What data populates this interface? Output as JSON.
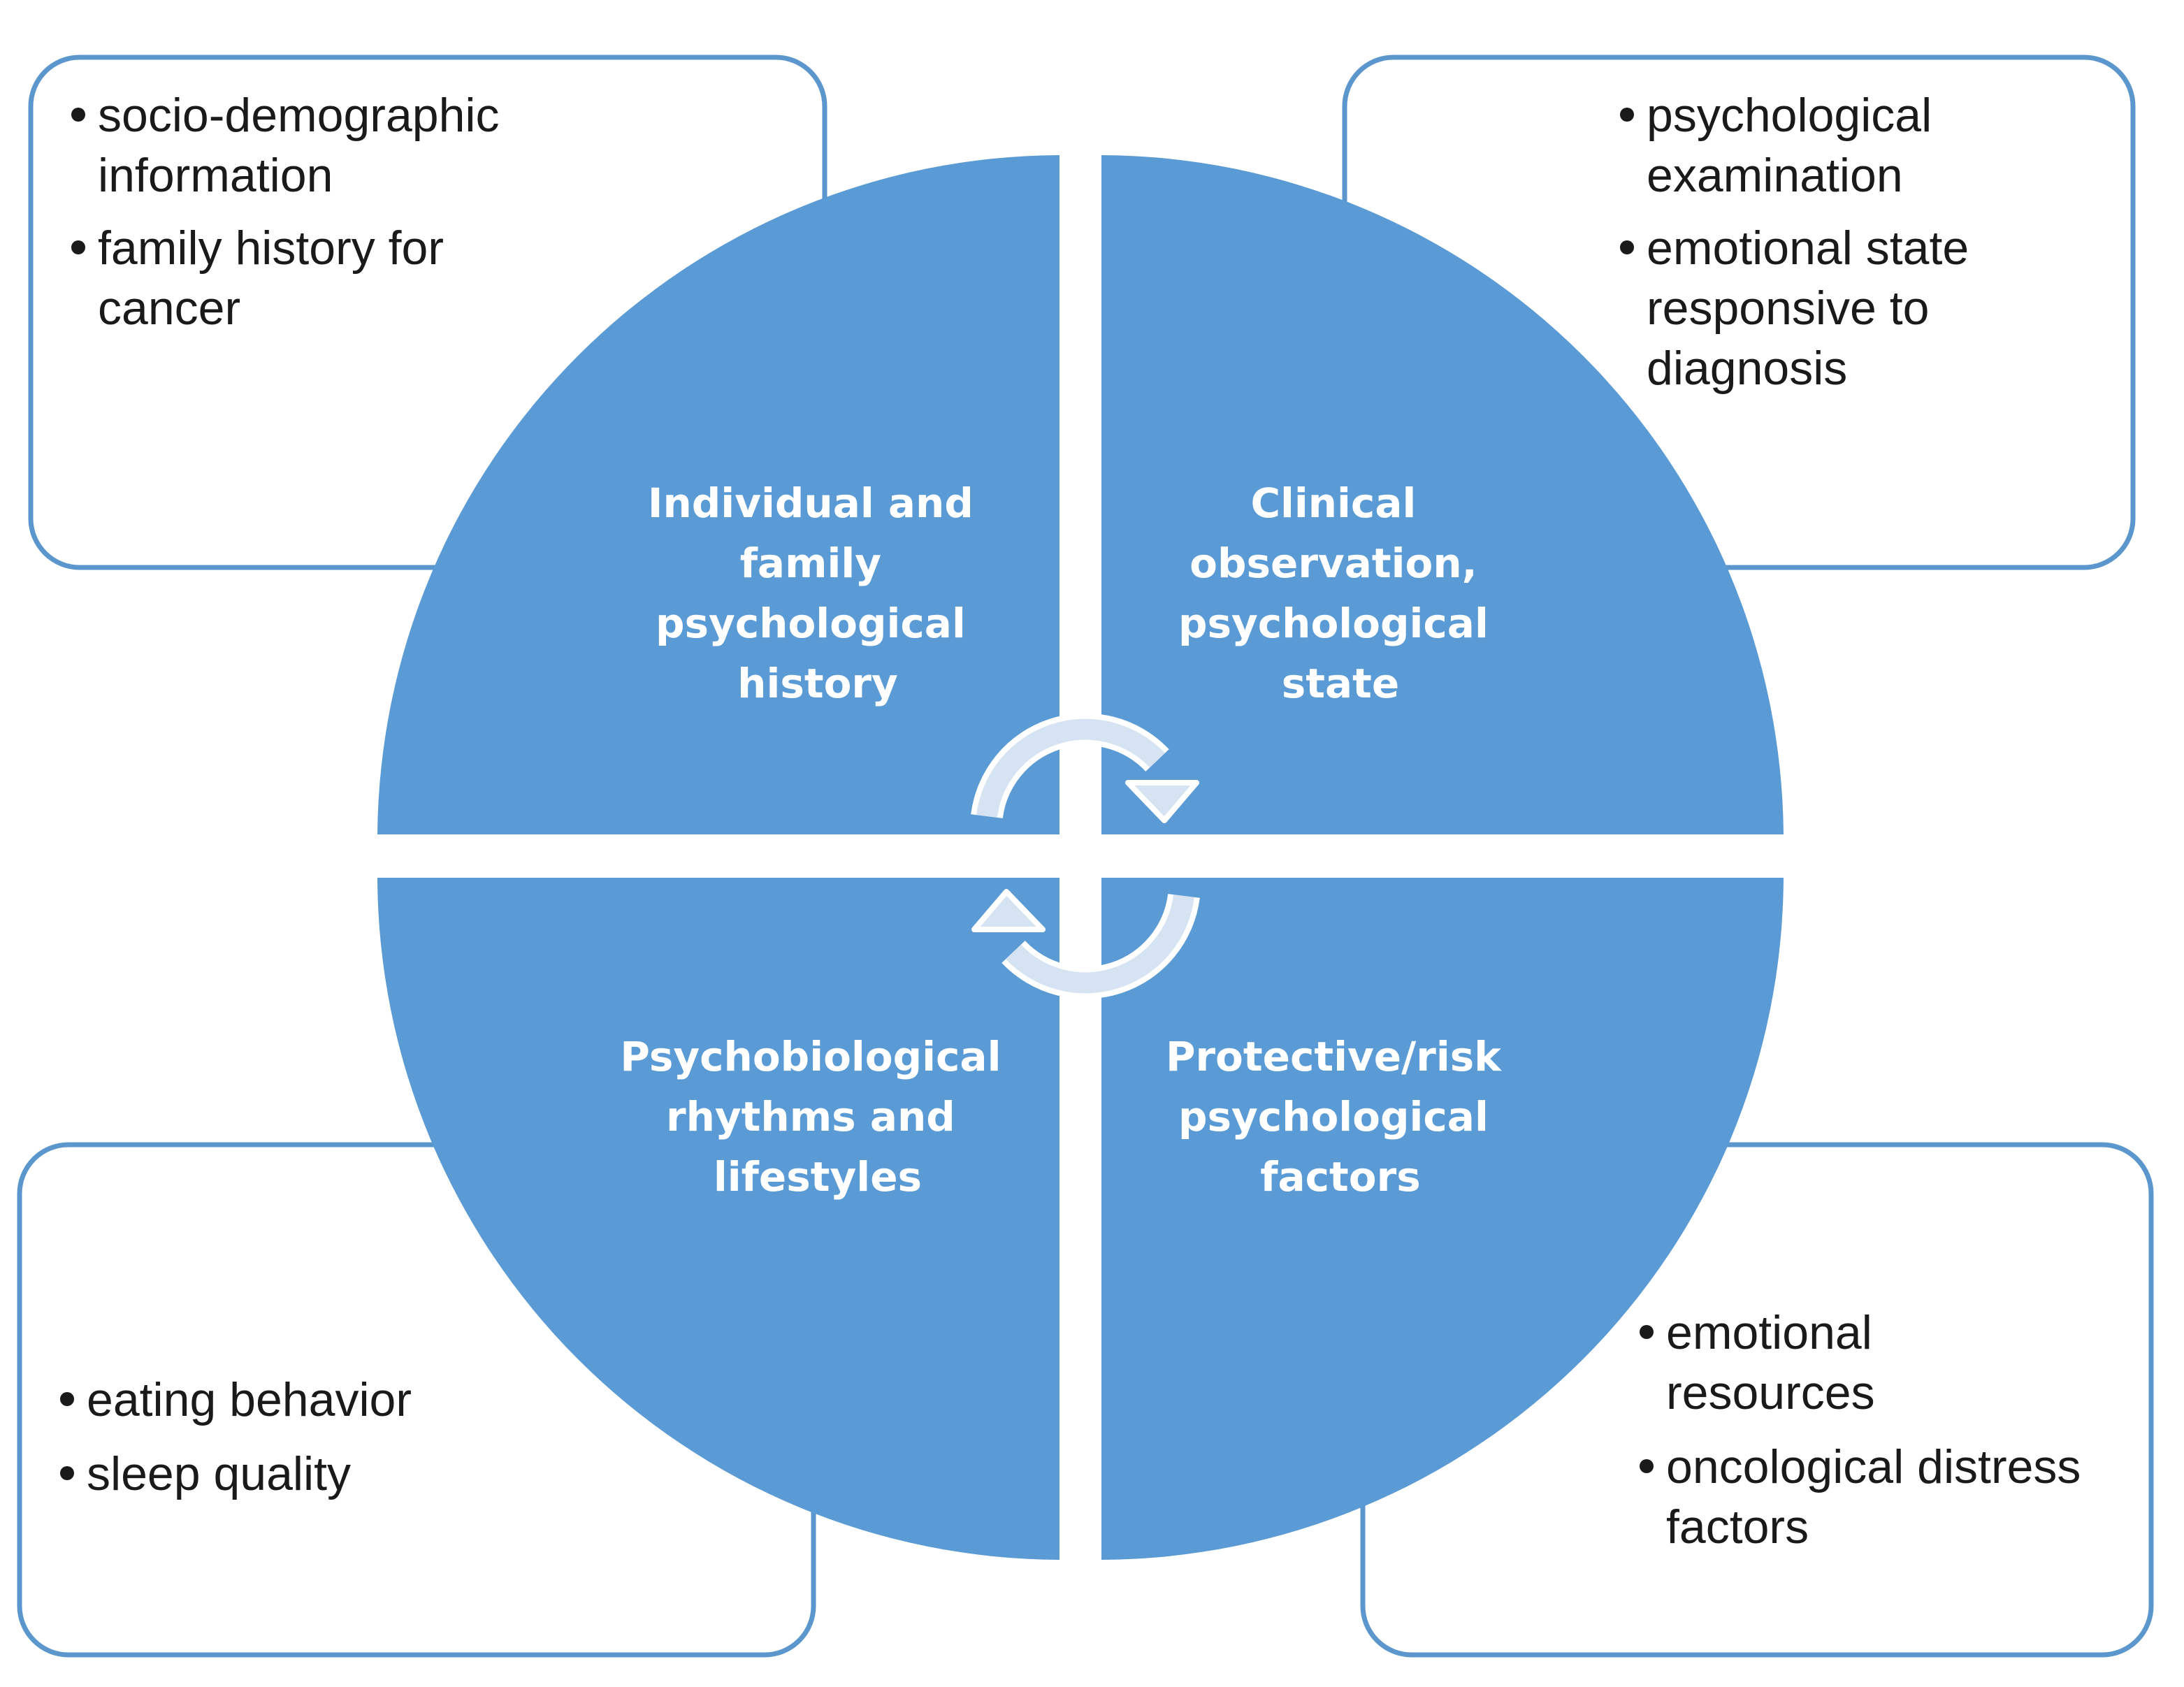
{
  "diagram": {
    "colors": {
      "quadrant_fill": "#5b9bd5",
      "box_border": "#5b96cd",
      "arrow": "#d6e3f2"
    },
    "quadrants": [
      {
        "id": "top-left",
        "label_lines": [
          "Individual and",
          "family",
          "psychological",
          "history"
        ]
      },
      {
        "id": "top-right",
        "label_lines": [
          "Clinical",
          "observation,",
          "psychological",
          "state"
        ]
      },
      {
        "id": "bottom-left",
        "label_lines": [
          "Psychobiological",
          "rhythms and",
          "lifestyles"
        ]
      },
      {
        "id": "bottom-right",
        "label_lines": [
          "Protective/risk",
          "psychological",
          "factors"
        ]
      }
    ],
    "boxes": [
      {
        "id": "top-left",
        "items": [
          {
            "lines": [
              "socio-demographic",
              "information"
            ]
          },
          {
            "lines": [
              "family history for",
              "cancer"
            ]
          }
        ]
      },
      {
        "id": "top-right",
        "items": [
          {
            "lines": [
              "psychological",
              "examination"
            ]
          },
          {
            "lines": [
              "emotional state",
              "responsive to",
              "diagnosis"
            ]
          }
        ]
      },
      {
        "id": "bottom-left",
        "items": [
          {
            "lines": [
              "eating behavior"
            ]
          },
          {
            "lines": [
              "sleep quality"
            ]
          }
        ]
      },
      {
        "id": "bottom-right",
        "items": [
          {
            "lines": [
              "emotional",
              "resources"
            ]
          },
          {
            "lines": [
              "oncological distress",
              "factors"
            ]
          }
        ]
      }
    ],
    "cycle_icon": "circular-arrows-icon"
  }
}
